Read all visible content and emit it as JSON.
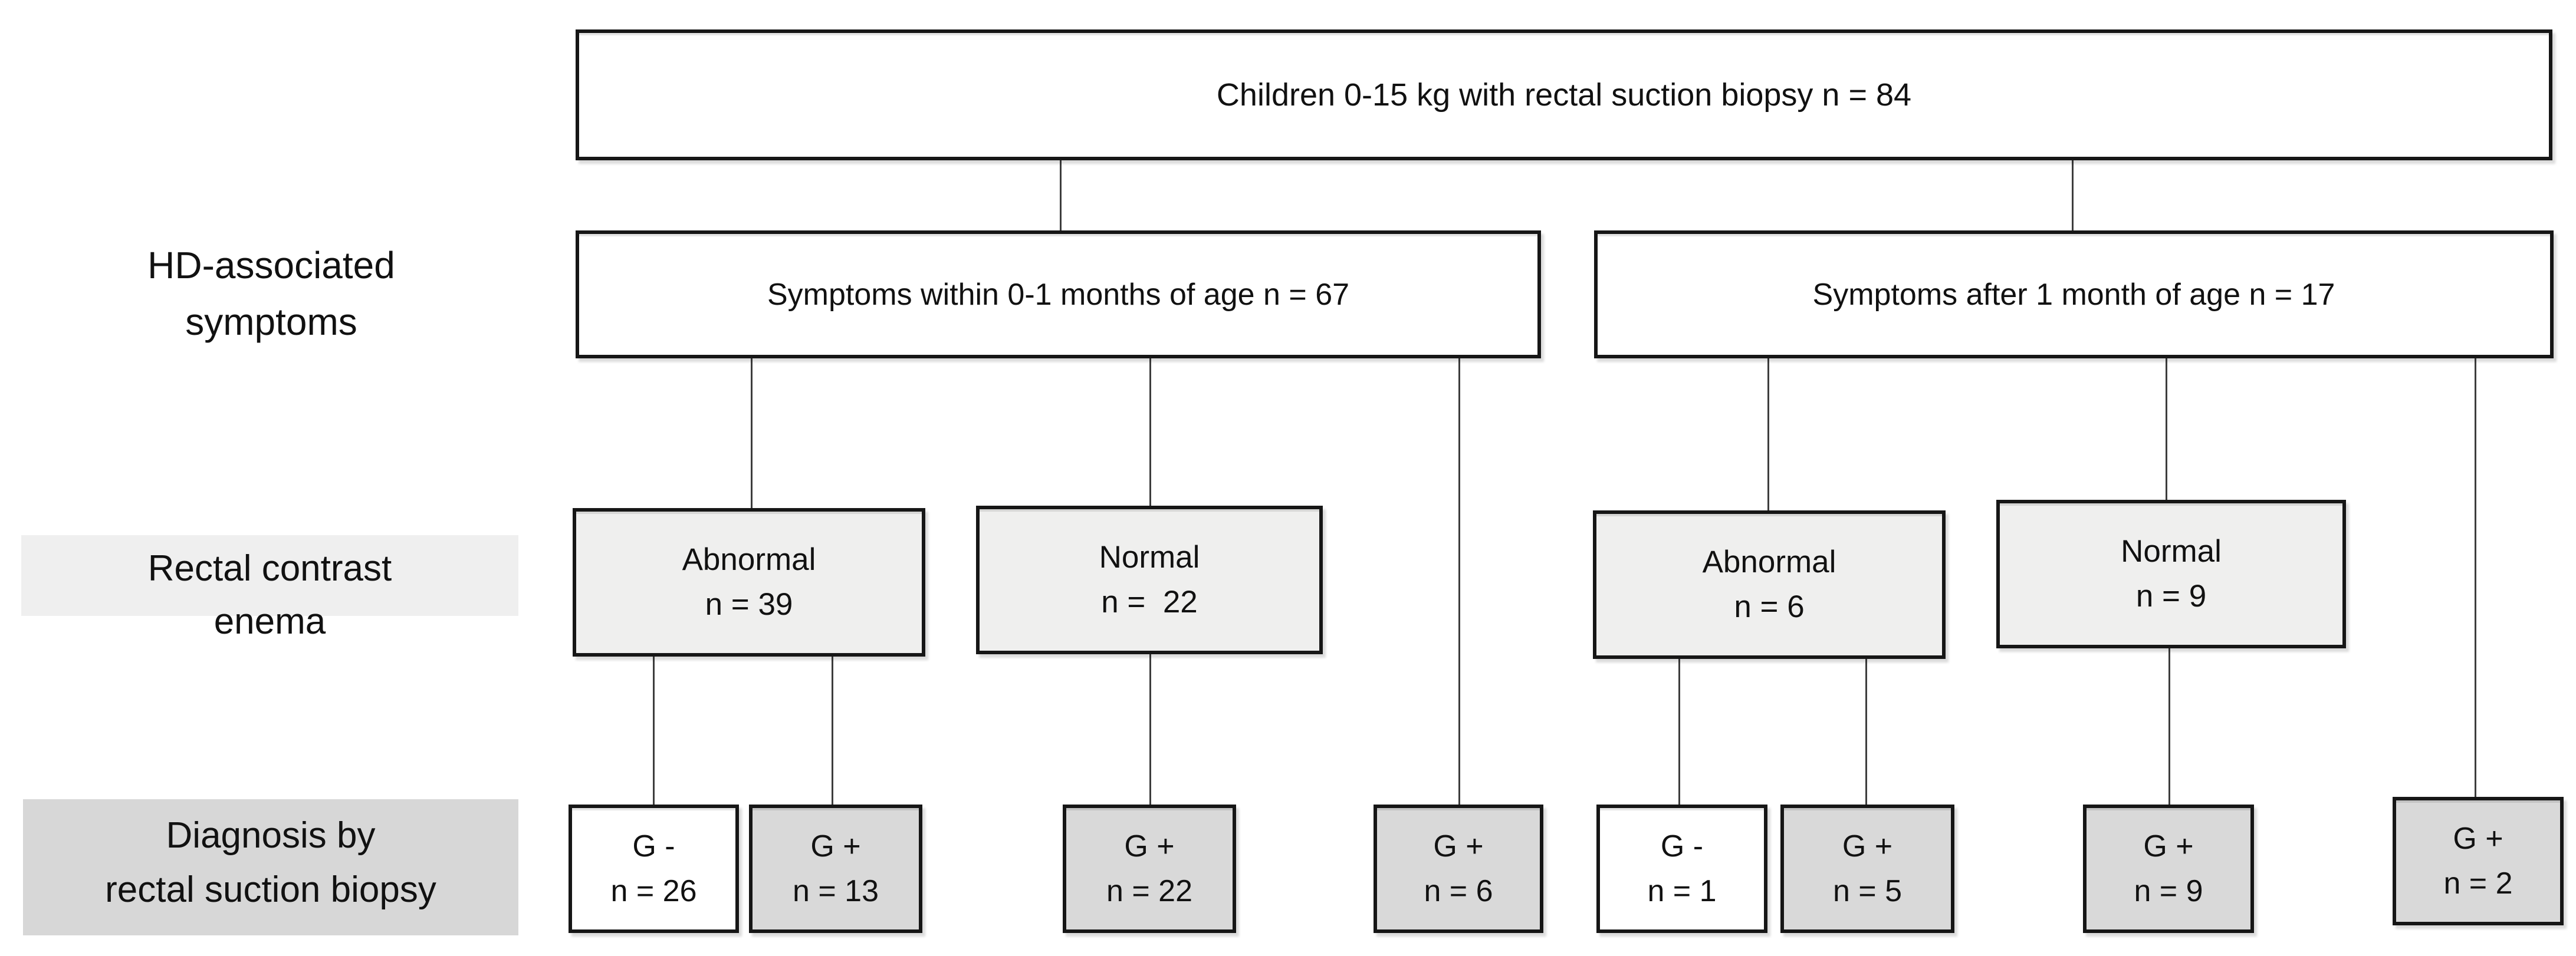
{
  "root": {
    "label": "Children 0-15 kg with rectal suction biopsy n = 84"
  },
  "row_labels": {
    "symptoms": "HD-associated\nsymptoms",
    "enema": "Rectal contrast\nenema",
    "diagnosis": "Diagnosis by\nrectal suction biopsy"
  },
  "branches": {
    "early": {
      "label": "Symptoms within 0-1 months of age n = 67"
    },
    "late": {
      "label": "Symptoms after 1 month of age n = 17"
    }
  },
  "enema_results": {
    "early_abnormal": {
      "label": "Abnormal\nn = 39"
    },
    "early_normal": {
      "label": "Normal\nn =  22"
    },
    "late_abnormal": {
      "label": "Abnormal\nn = 6"
    },
    "late_normal": {
      "label": "Normal\nn = 9"
    }
  },
  "biopsy_results": {
    "early_abnormal_gneg": {
      "label": "G -\nn = 26"
    },
    "early_abnormal_gpos": {
      "label": "G +\nn = 13"
    },
    "early_normal_gpos": {
      "label": "G +\nn = 22"
    },
    "early_direct_gpos": {
      "label": "G +\nn = 6"
    },
    "late_abnormal_gneg": {
      "label": "G -\nn = 1"
    },
    "late_abnormal_gpos": {
      "label": "G +\nn = 5"
    },
    "late_normal_gpos": {
      "label": "G +\nn = 9"
    },
    "late_direct_gpos": {
      "label": "G +\nn = 2"
    }
  },
  "colors": {
    "box_border": "#161616",
    "connector_line": "#3d3d3d",
    "enema_box_fill": "#efefee",
    "biopsy_gpos_fill": "#d9d9d9",
    "biopsy_gneg_fill": "#ffffff",
    "enema_label_band": "#efefef",
    "diagnosis_label_band": "#d7d7d7"
  }
}
